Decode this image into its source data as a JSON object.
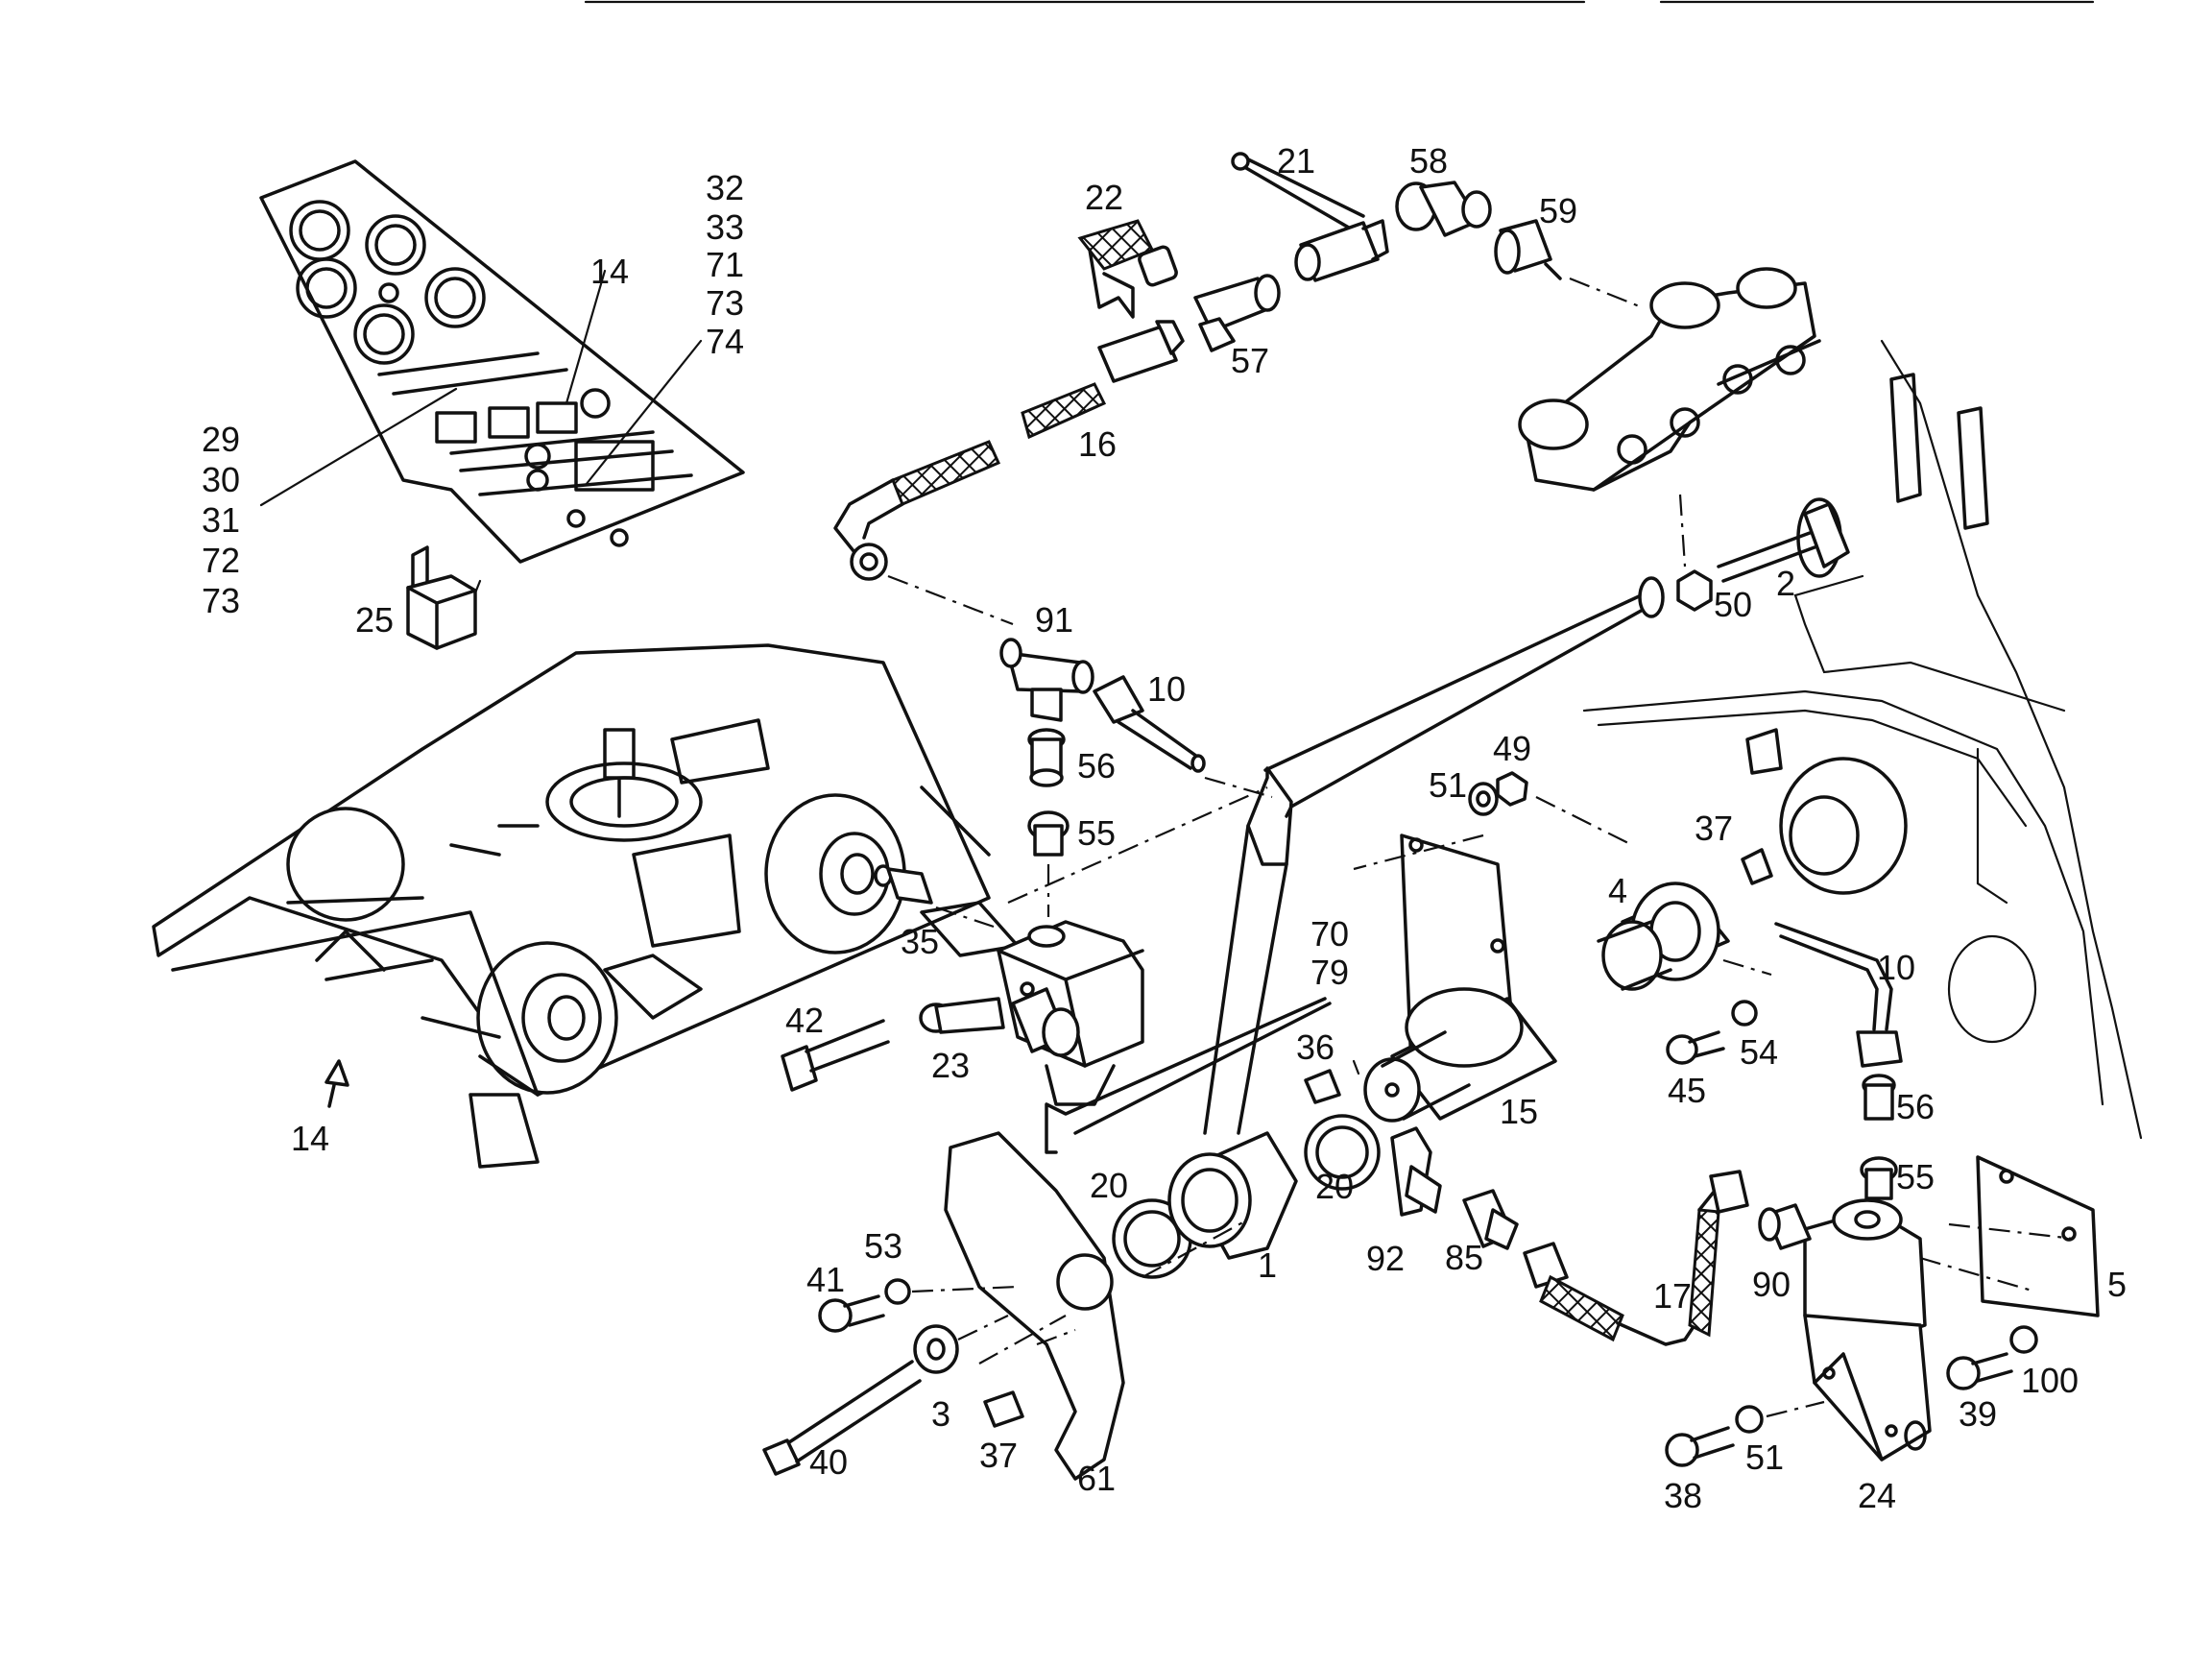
{
  "labels": {
    "l1": "1",
    "l2": "2",
    "l3": "3",
    "l4": "4",
    "l5": "5",
    "l10a": "10",
    "l10b": "10",
    "l14a": "14",
    "l14b": "14",
    "l15": "15",
    "l16": "16",
    "l17": "17",
    "l20a": "20",
    "l20b": "20",
    "l21": "21",
    "l22": "22",
    "l23": "23",
    "l24": "24",
    "l25": "25",
    "l29": "29",
    "l30": "30",
    "l31": "31",
    "l32": "32",
    "l33": "33",
    "l35": "35",
    "l36": "36",
    "l37a": "37",
    "l37b": "37",
    "l38": "38",
    "l39": "39",
    "l40": "40",
    "l41": "41",
    "l42": "42",
    "l45": "45",
    "l49": "49",
    "l50": "50",
    "l51a": "51",
    "l51b": "51",
    "l53": "53",
    "l54": "54",
    "l55a": "55",
    "l55b": "55",
    "l56a": "56",
    "l56b": "56",
    "l57": "57",
    "l58": "58",
    "l59": "59",
    "l61": "61",
    "l70": "70",
    "l71": "71",
    "l72": "72",
    "l73a": "73",
    "l73b": "73",
    "l74": "74",
    "l79": "79",
    "l85": "85",
    "l90": "90",
    "l91": "91",
    "l92": "92",
    "l100": "100"
  }
}
